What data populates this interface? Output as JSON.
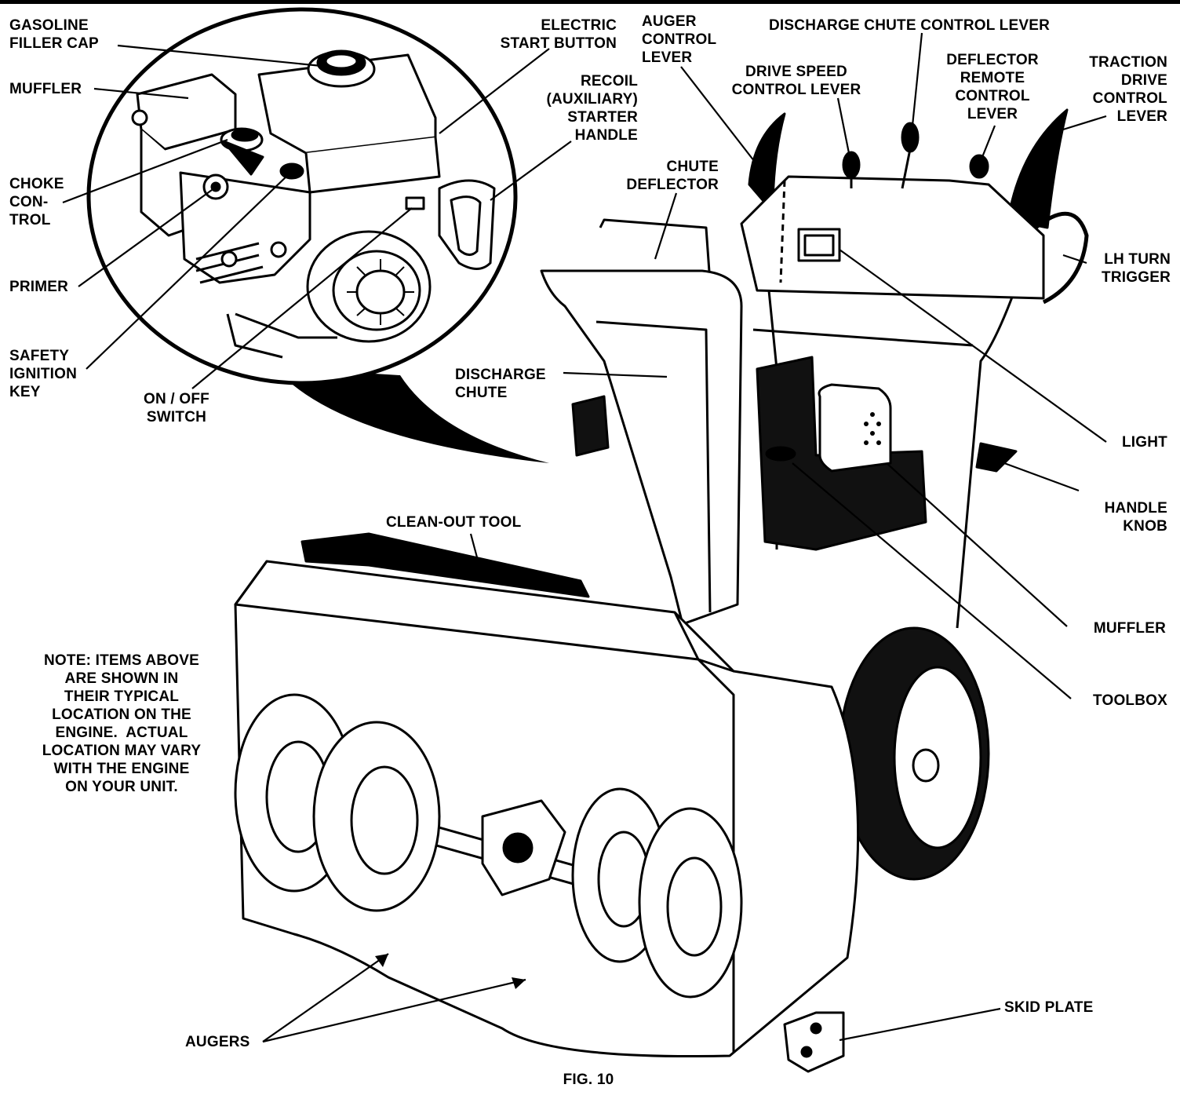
{
  "figure": {
    "caption": "FIG. 10"
  },
  "labels": {
    "gasoline_filler_cap": "GASOLINE\nFILLER CAP",
    "electric_start_button": "ELECTRIC\nSTART BUTTON",
    "auger_control_lever": "AUGER\nCONTROL\nLEVER",
    "discharge_chute_control_lever": "DISCHARGE CHUTE CONTROL LEVER",
    "drive_speed_control_lever": "DRIVE SPEED\nCONTROL LEVER",
    "deflector_remote_control_lever": "DEFLECTOR\nREMOTE\nCONTROL\nLEVER",
    "traction_drive_control_lever": "TRACTION\nDRIVE\nCONTROL\nLEVER",
    "muffler_engine": "MUFFLER",
    "recoil_starter_handle": "RECOIL\n(AUXILIARY)\nSTARTER\nHANDLE",
    "choke_control": "CHOKE\nCON-\nTROL",
    "chute_deflector": "CHUTE\nDEFLECTOR",
    "primer": "PRIMER",
    "lh_turn_trigger": "LH TURN\nTRIGGER",
    "safety_ignition_key": "SAFETY\nIGNITION\nKEY",
    "discharge_chute": "DISCHARGE\nCHUTE",
    "on_off_switch": "ON / OFF\nSWITCH",
    "light": "LIGHT",
    "handle_knob": "HANDLE\nKNOB",
    "clean_out_tool": "CLEAN-OUT TOOL",
    "note": "NOTE: ITEMS ABOVE\nARE SHOWN IN\nTHEIR TYPICAL\nLOCATION ON THE\nENGINE.  ACTUAL\nLOCATION MAY VARY\nWITH THE ENGINE\nON YOUR UNIT.",
    "muffler_machine": "MUFFLER",
    "toolbox": "TOOLBOX",
    "skid_plate": "SKID PLATE",
    "augers": "AUGERS"
  }
}
